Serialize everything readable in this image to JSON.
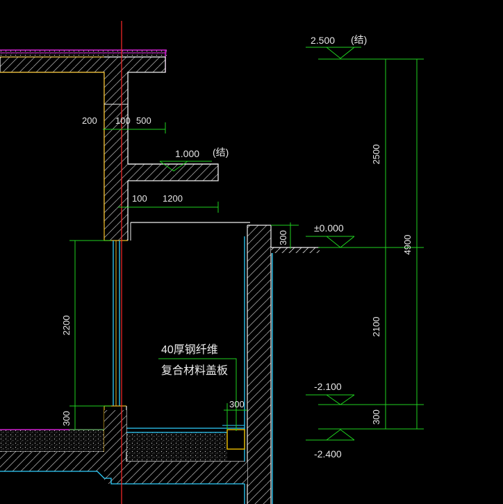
{
  "drawing": {
    "levels": {
      "top": "2.500",
      "top_suffix": "(结)",
      "canopy": "1.000",
      "canopy_suffix": "(结)",
      "ground": "±0.000",
      "pit_top": "-2.100",
      "pit_bottom": "-2.400"
    },
    "dimensions": {
      "wall": "200",
      "gap": "100",
      "upper_projection": "500",
      "canopy_gap": "100",
      "canopy_projection": "1200",
      "upper_height": "2500",
      "lower_height": "2100",
      "total_height": "4900",
      "parapet": "300",
      "opening_height": "2200",
      "sill": "300",
      "pit_depth": "300",
      "trench_width": "300"
    },
    "note": {
      "line1": "40厚钢纤维",
      "line2": "复合材料盖板"
    }
  },
  "colors": {
    "background": "#000000",
    "dimension_green": "#1fd21f",
    "outline_yellow": "#e6b422",
    "outline_white": "#f0f0f0",
    "magenta": "#d020d0",
    "cyan": "#2fd0ff",
    "axis_red": "#ff2a2a"
  }
}
